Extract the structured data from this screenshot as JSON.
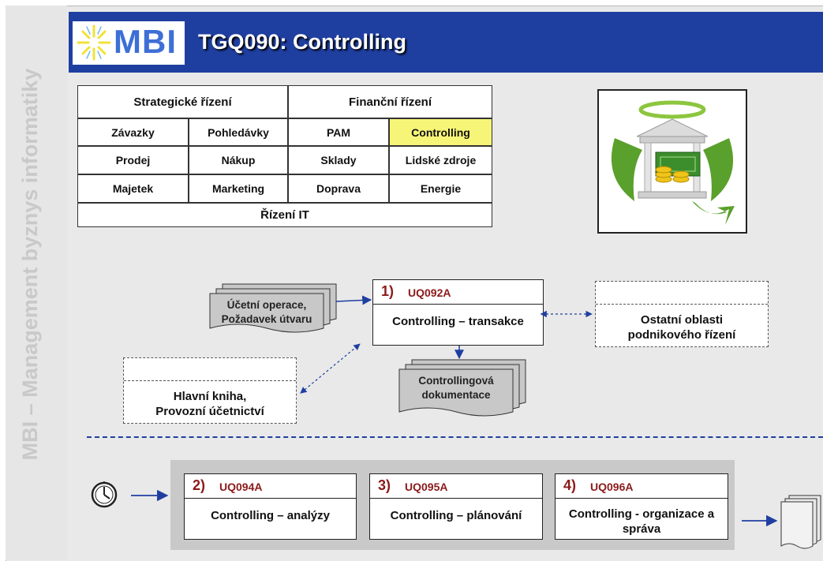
{
  "header": {
    "logo_text": "MBI",
    "title": "TGQ090: Controlling"
  },
  "sidebar": {
    "vertical_text": "MBI – Management byznys informatiky"
  },
  "matrix": {
    "row0": [
      "Strategické řízení",
      "Finanční řízení"
    ],
    "row1": [
      "Závazky",
      "Pohledávky",
      "PAM",
      "Controlling"
    ],
    "row2": [
      "Prodej",
      "Nákup",
      "Sklady",
      "Lidské zdroje"
    ],
    "row3": [
      "Majetek",
      "Marketing",
      "Doprava",
      "Energie"
    ],
    "row4": [
      "Řízení IT"
    ],
    "highlighted": "Controlling",
    "highlight_color": "#f7f577"
  },
  "picture": {
    "icon": "bank-money-icon"
  },
  "flow": {
    "input_doc": [
      "Účetní operace,",
      "Požadavek útvaru"
    ],
    "process1": {
      "num": "1)",
      "code": "UQ092A",
      "name": "Controlling – transakce"
    },
    "output_doc": [
      "Controllingová",
      "dokumentace"
    ],
    "ext_right": [
      "Ostatní oblasti",
      "podnikového řízení"
    ],
    "ext_left": [
      "Hlavní kniha,",
      "Provozní účetnictví"
    ]
  },
  "periodic": {
    "process2": {
      "num": "2)",
      "code": "UQ094A",
      "name": "Controlling – analýzy"
    },
    "process3": {
      "num": "3)",
      "code": "UQ095A",
      "name": "Controlling – plánování"
    },
    "process4": {
      "num": "4)",
      "code": "UQ096A",
      "name": [
        "Controlling - organizace a",
        "správa"
      ]
    }
  },
  "colors": {
    "header_blue": "#1f3fa0",
    "code_red": "#8b1a1a",
    "arrow_blue": "#1f3fa0"
  }
}
